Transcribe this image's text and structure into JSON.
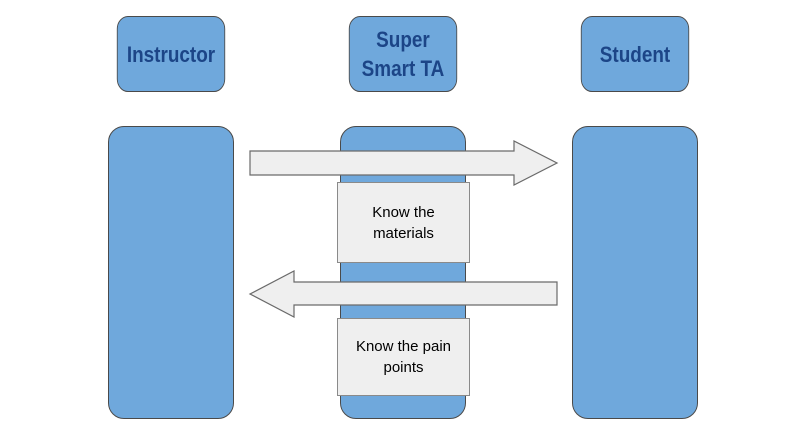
{
  "diagram": {
    "headers": [
      {
        "id": "instructor",
        "label": "Instructor"
      },
      {
        "id": "ta",
        "label": "Super Smart TA"
      },
      {
        "id": "student",
        "label": "Student"
      }
    ],
    "notes": [
      {
        "id": "materials",
        "label": "Know the materials"
      },
      {
        "id": "pain-points",
        "label": "Know the pain points"
      }
    ],
    "arrows": [
      {
        "id": "instructor-to-student",
        "from": "Instructor",
        "to": "Student"
      },
      {
        "id": "student-to-instructor",
        "from": "Student",
        "to": "Instructor"
      }
    ]
  }
}
